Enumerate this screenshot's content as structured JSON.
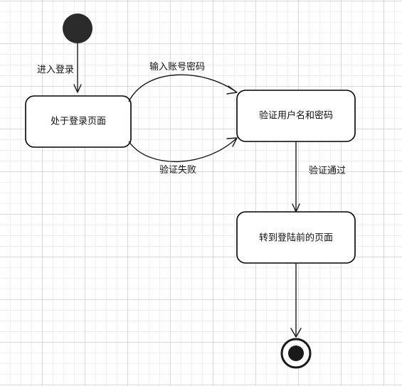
{
  "nodes": {
    "login_page": "处于登录页面",
    "verify": "验证用户名和密码",
    "redirect": "转到登陆前的页面"
  },
  "edges": {
    "enter_login": "进入登录",
    "input_credentials": "输入账号密码",
    "verify_failed": "验证失败",
    "verify_passed": "验证通过"
  }
}
